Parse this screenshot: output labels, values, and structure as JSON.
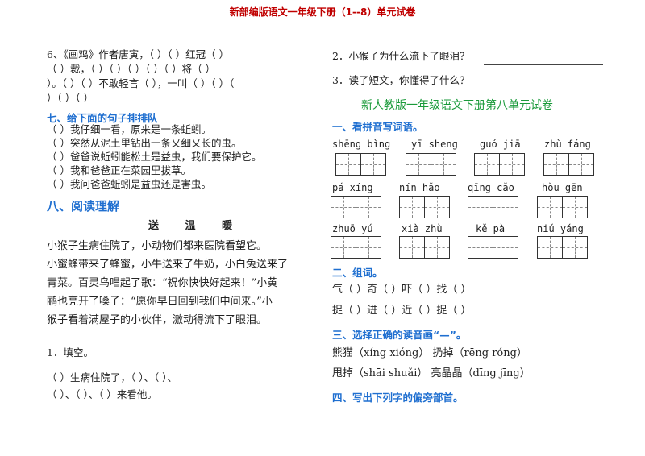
{
  "header": {
    "title": "新部编版语文一年级下册（1--8）单元试卷"
  },
  "left": {
    "q6": [
      "6、《画鸡》作者唐寅，（  ）（  ）红冠（  ）",
      "（  ）裁，（  ）（  ）（  ）（  ）（  ）将（  ）",
      "）。（  ）（  ）不敢轻言（  ），一叫（  ）（  ）（",
      "）（  ）（  ）"
    ],
    "sec7": {
      "title": "七、给下面的句子排排队",
      "items": [
        "（  ）我仔细一看，原来是一条蚯蚓。",
        "（  ）突然从泥土里钻出一条又细又长的虫。",
        "（  ）爸爸说蚯蚓能松土是益虫，我们要保护它。",
        "（  ）我和爸爸正在菜园里拔草。",
        "（  ）我问爸爸蚯蚓是益虫还是害虫。"
      ]
    },
    "sec8": {
      "title": "八、阅读理解",
      "story_title": "送  温  暖",
      "paragraph": [
        "    小猴子生病住院了，小动物们都来医院看望它。",
        "小蜜蜂带来了蜂蜜，小牛送来了牛奶，小白兔送来了",
        "青菜。百灵鸟唱起了歌：“祝你快快好起来！”小黄",
        "鹂也亮开了嗓子：“愿你早日回到我们中间来。”小",
        "猴子看着满屋子的小伙伴，激动得流下了眼泪。"
      ],
      "q1": "1．填空。",
      "q1_line1": "（        ）生病住院了，（        ）、（        ）、",
      "q1_line2": "（        ）、（        ）、（        ）来看他。"
    }
  },
  "right": {
    "q2": "2．小猴子为什么流下了眼泪？",
    "q3": "3．读了短文，你懂得了什么？",
    "unit_title": "新人教版一年级语文下册第八单元试卷",
    "s1": {
      "title": "一、看拼音写词语。",
      "row1": [
        "shēng bìng",
        "yī sheng",
        "guó jiā",
        "zhù fáng"
      ],
      "row2": [
        "pá xíng",
        "nín hǎo",
        "qīng cǎo",
        "hòu gēn"
      ],
      "row3": [
        "zhuō yú",
        "xià zhù",
        "kě pà",
        "niú yáng"
      ]
    },
    "s2": {
      "title": "二、组词。",
      "line1": "气（      ）奇（      ）吓（      ）找（      ）",
      "line2": "捉（      ）进（      ）近（      ）捉（      ）"
    },
    "s3": {
      "title": "三、选择正确的读音画“—”。",
      "line1": "熊猫（xíng  xióng）    扔掉（rēng  róng）",
      "line2": "甩掉（shāi  shuǎi）  亮晶晶（dīng  jīng）"
    },
    "s4": {
      "title": "四、写出下列字的偏旁部首。"
    }
  }
}
